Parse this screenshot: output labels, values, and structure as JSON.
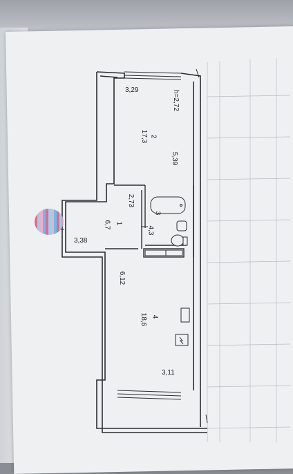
{
  "floor_plan": {
    "ceiling_height": "h=2,72",
    "rooms": [
      {
        "number": "1",
        "area": "6,7"
      },
      {
        "number": "2",
        "area": "17,3"
      },
      {
        "number": "3",
        "area": "4,3"
      },
      {
        "number": "4",
        "area": "18,6"
      }
    ],
    "dimensions": {
      "d1": "3,29",
      "d2": "5,39",
      "d3": "2,73",
      "d4": "3,38",
      "d5": "6,12",
      "d6": "3,11"
    }
  }
}
